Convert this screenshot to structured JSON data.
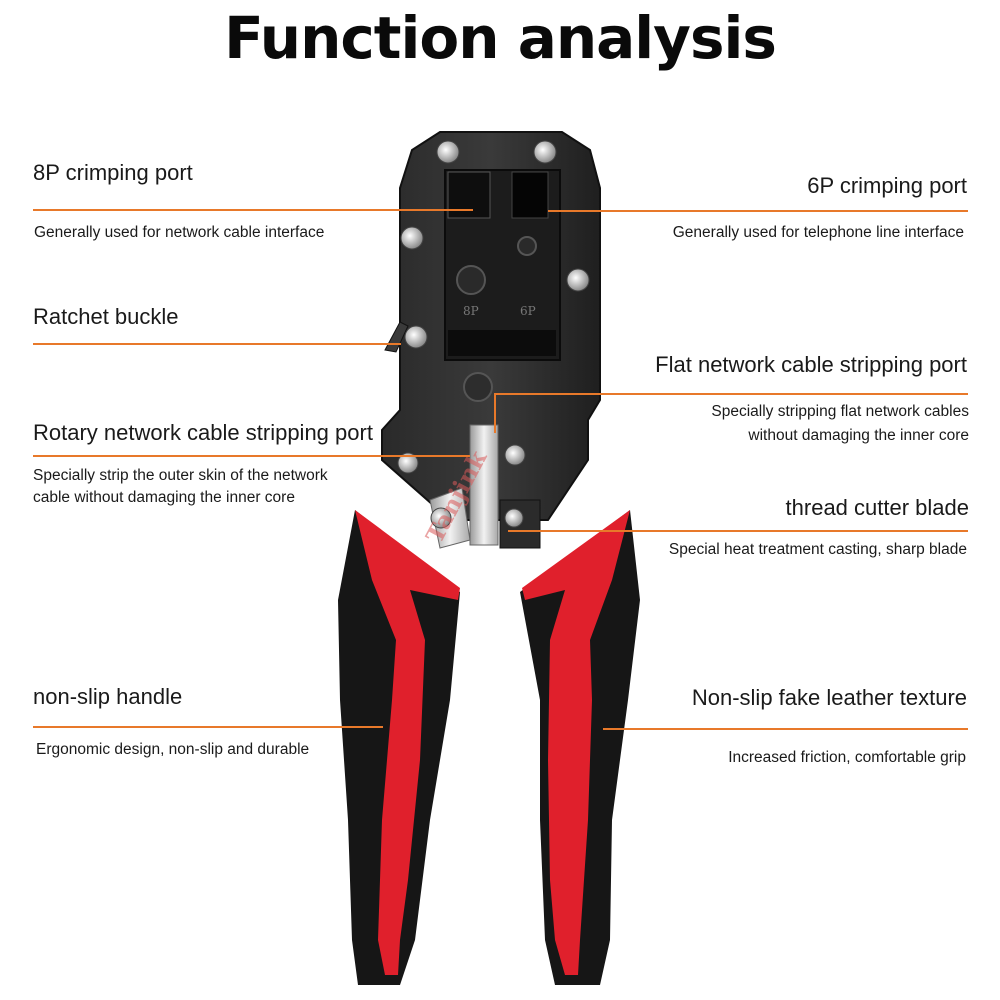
{
  "title": "Function analysis",
  "watermark": "Tanjink",
  "accent_color": "#e8792a",
  "handle_colors": {
    "red": "#e0202c",
    "black": "#161616"
  },
  "die_labels": {
    "left": "8P",
    "right": "6P"
  },
  "callouts": {
    "crimp_8p": {
      "heading": "8P crimping port",
      "description": "Generally used for network cable interface"
    },
    "crimp_6p": {
      "heading": "6P crimping port",
      "description": "Generally used for telephone line interface"
    },
    "ratchet": {
      "heading": "Ratchet buckle"
    },
    "flat_strip": {
      "heading": "Flat network cable stripping port",
      "description_line1": "Specially stripping flat network cables",
      "description_line2": "without damaging the inner core"
    },
    "rotary_strip": {
      "heading": "Rotary network cable stripping port",
      "description_line1": "Specially strip the outer skin of the network",
      "description_line2": "cable without damaging the inner core"
    },
    "cutter": {
      "heading": "thread cutter blade",
      "description": "Special heat treatment casting, sharp blade"
    },
    "handle": {
      "heading": "non-slip handle",
      "description": "Ergonomic design, non-slip and durable"
    },
    "texture": {
      "heading": "Non-slip fake leather texture",
      "description": "Increased friction, comfortable grip"
    }
  }
}
